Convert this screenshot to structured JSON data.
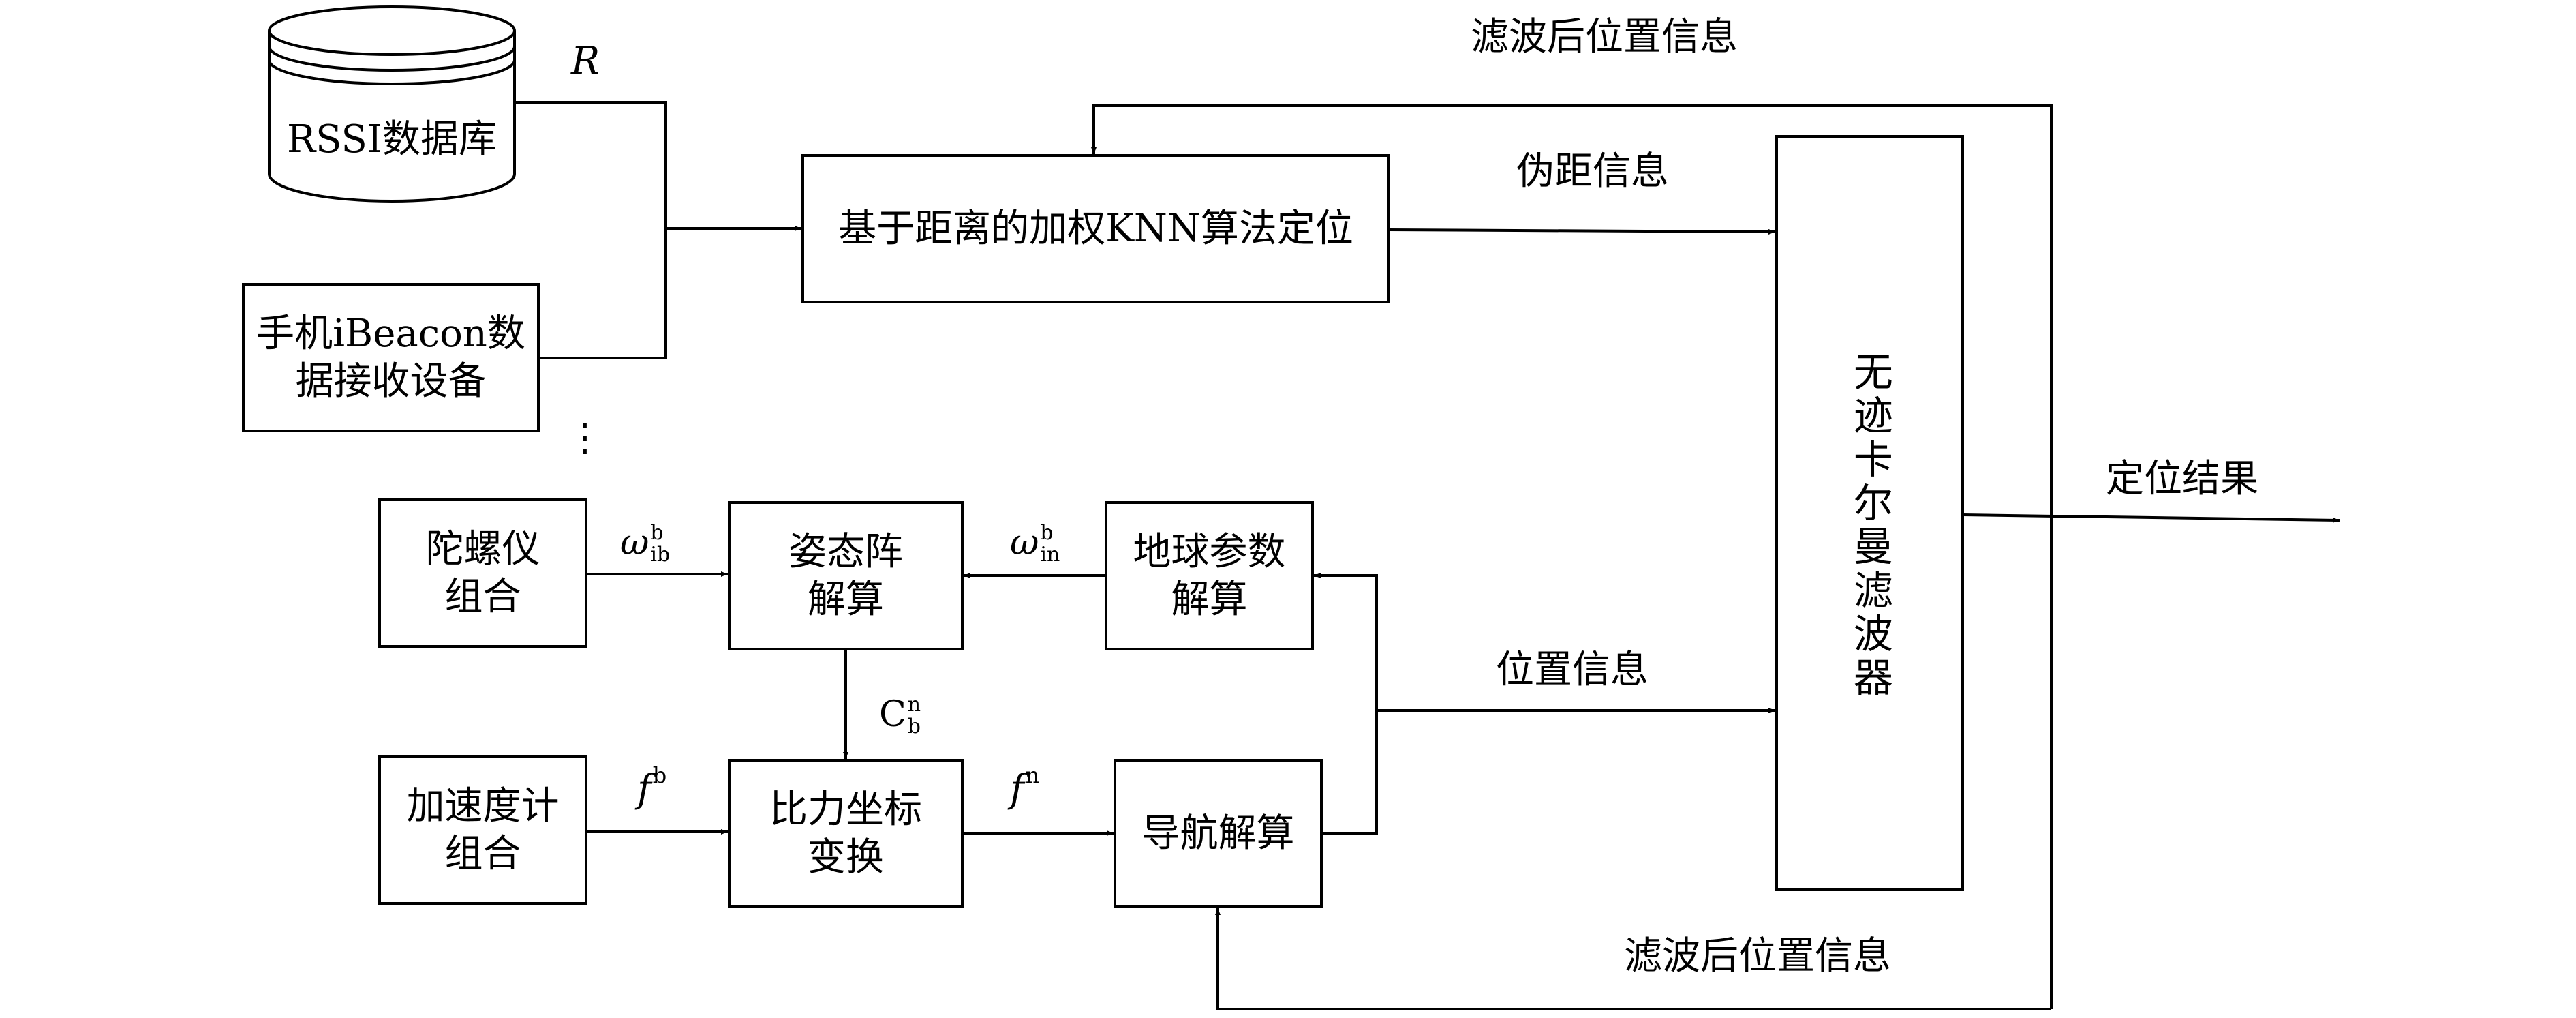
{
  "nodes": {
    "rssi_db": "RSSI数据库",
    "phone_line1": "手机iBeacon数",
    "phone_line2": "据接收设备",
    "knn": "基于距离的加权KNN算法定位",
    "ukf": "无迹卡尔曼滤波器",
    "gyro_line1": "陀螺仪",
    "gyro_line2": "组合",
    "attitude_line1": "姿态阵",
    "attitude_line2": "解算",
    "earth_line1": "地球参数",
    "earth_line2": "解算",
    "accel_line1": "加速度计",
    "accel_line2": "组合",
    "force_line1": "比力坐标",
    "force_line2": "变换",
    "nav": "导航解算"
  },
  "labels": {
    "r": "R",
    "ellipsis": "⋮",
    "filtered_top": "滤波后位置信息",
    "pseudorange": "伪距信息",
    "position": "位置信息",
    "result": "定位结果",
    "filtered_bottom": "滤波后位置信息",
    "omega": "ω",
    "omega_ib_sup": "b",
    "omega_ib_sub": "ib",
    "omega_in_sup": "b",
    "omega_in_sub": "in",
    "c": "C",
    "c_sup": "n",
    "c_sub": "b",
    "f": "f",
    "fb_sup": "b",
    "fn_sup": "n"
  }
}
